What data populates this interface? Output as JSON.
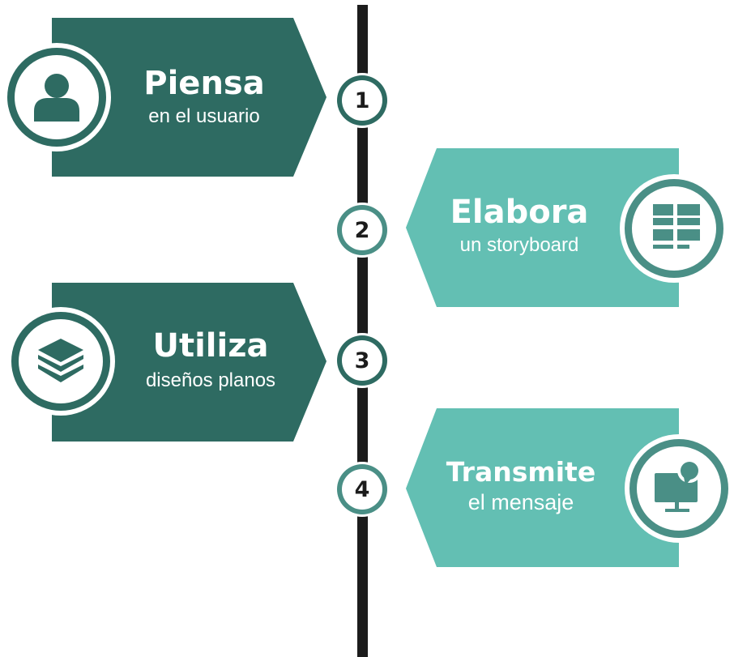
{
  "colors": {
    "dark_teal": "#2e6b62",
    "light_teal": "#63bfb3",
    "ring_light": "#4a8f86",
    "line": "#1c1c1c",
    "text": "#ffffff"
  },
  "steps": [
    {
      "number": "1",
      "title": "Piensa",
      "subtitle": "en el usuario",
      "icon": "user-icon",
      "side": "left"
    },
    {
      "number": "2",
      "title": "Elabora",
      "subtitle": "un storyboard",
      "icon": "storyboard-icon",
      "side": "right"
    },
    {
      "number": "3",
      "title": "Utiliza",
      "subtitle": "diseños planos",
      "icon": "layers-icon",
      "side": "left"
    },
    {
      "number": "4",
      "title": "Transmite",
      "subtitle": "el mensaje",
      "icon": "monitor-chat-icon",
      "side": "right"
    }
  ]
}
